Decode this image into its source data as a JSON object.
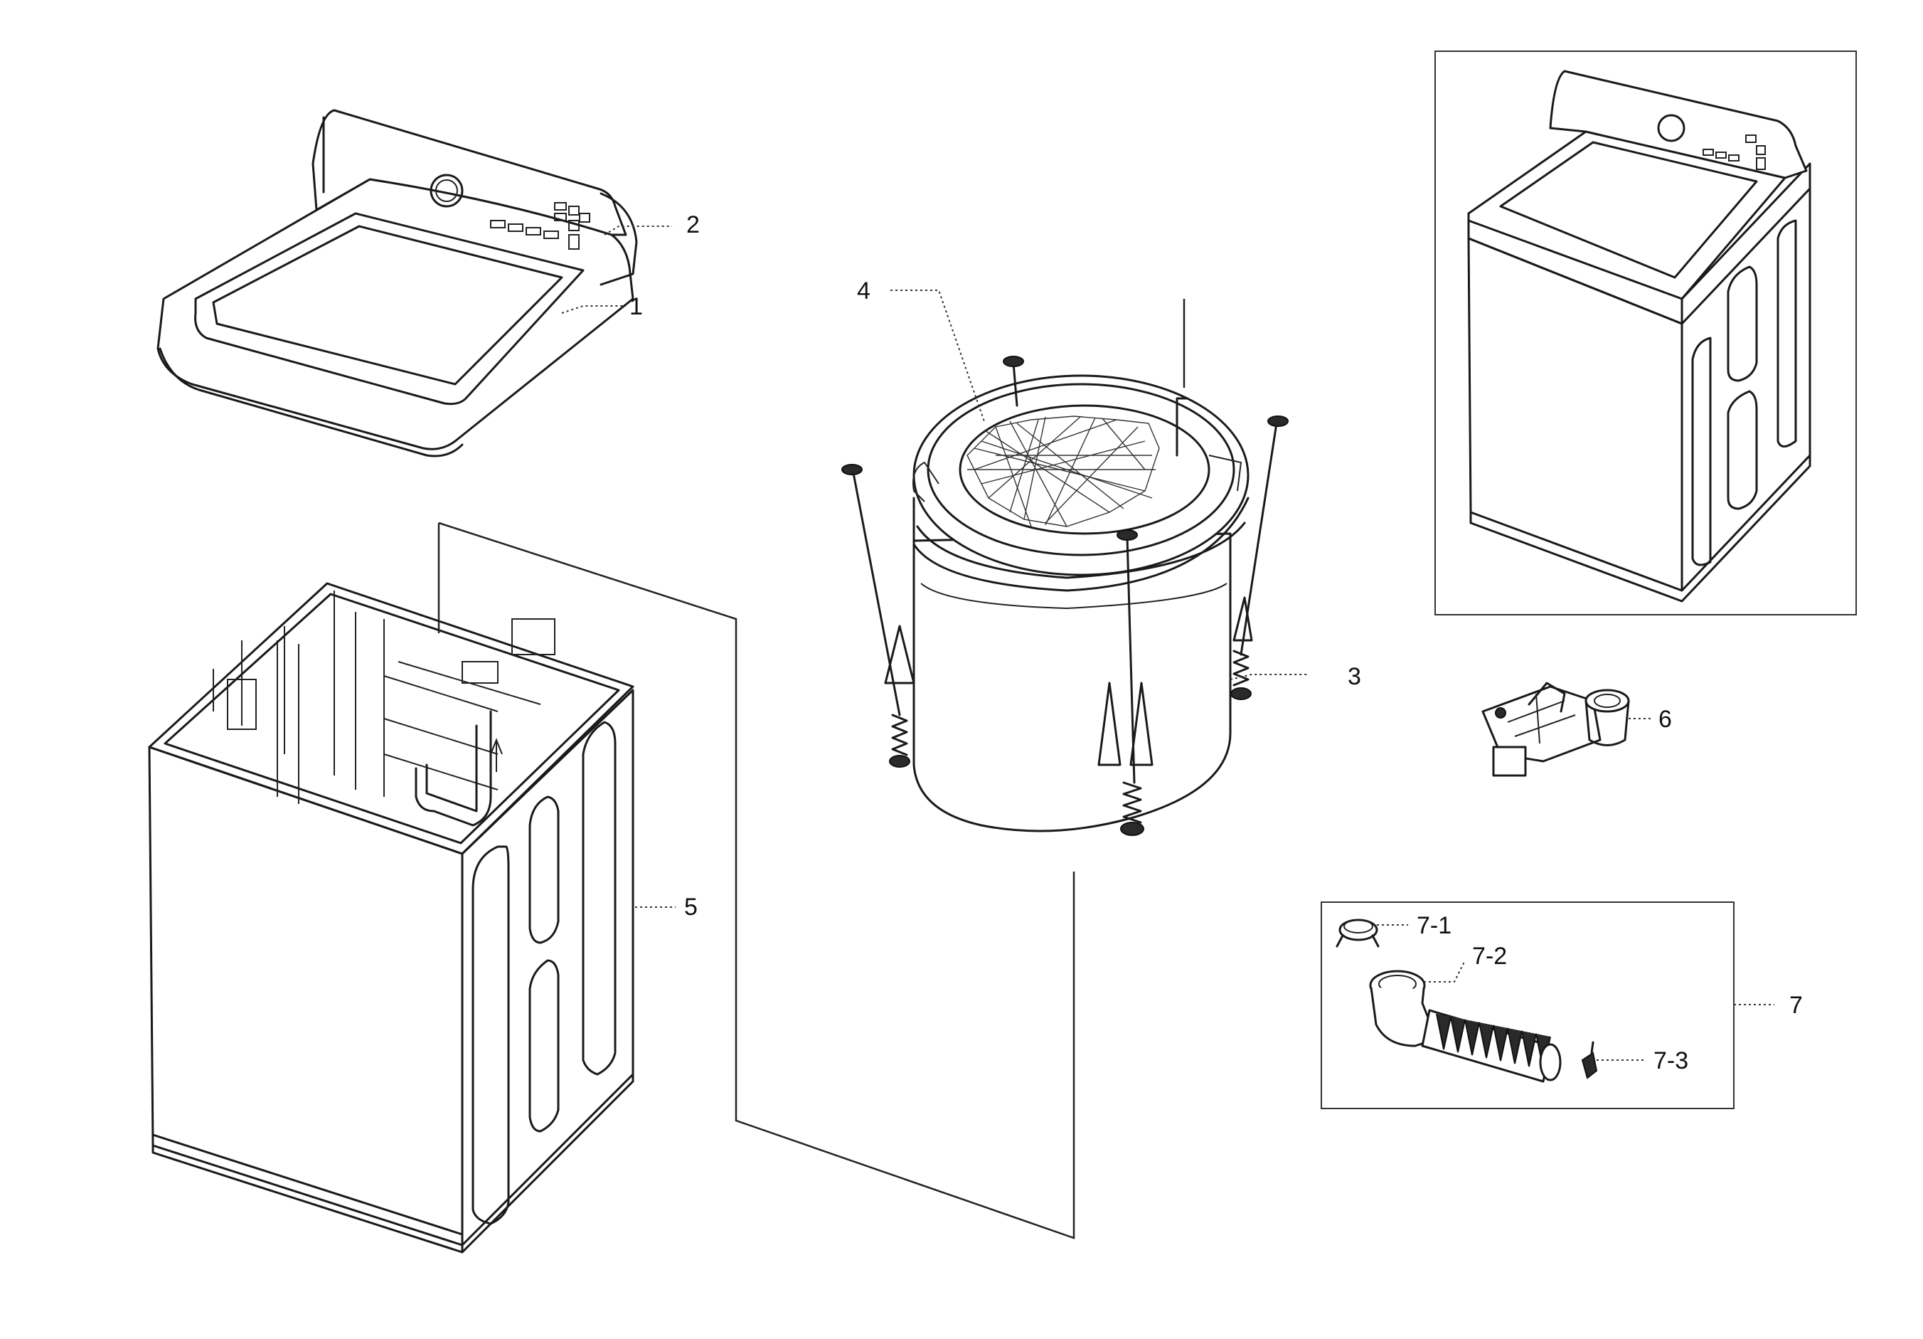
{
  "labels": {
    "p1": "1",
    "p2": "2",
    "p3": "3",
    "p4": "4",
    "p5": "5",
    "p6": "6",
    "p7": "7",
    "p7_1": "7-1",
    "p7_2": "7-2",
    "p7_3": "7-3"
  }
}
